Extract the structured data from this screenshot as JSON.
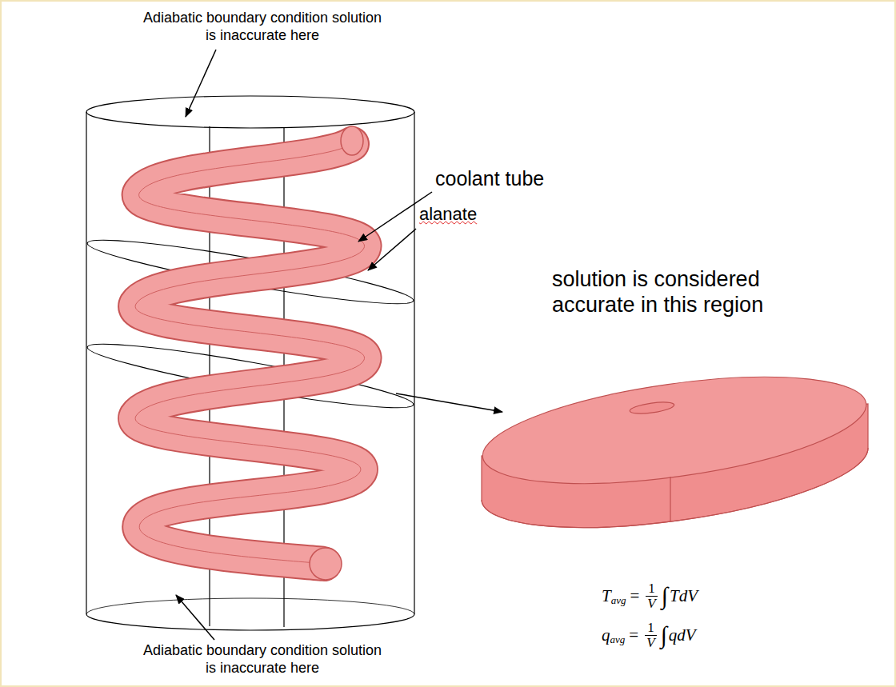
{
  "diagram": {
    "labels": [
      "Adiabatic boundary condition solution is inaccurate here",
      "coolant tube",
      "alanate",
      "solution is considered accurate in this region",
      "Adiabatic boundary condition solution is inaccurate here",
      "T",
      "avg",
      "=",
      "1",
      "V",
      "∫",
      "TdV",
      "q",
      "avg",
      "=",
      "1",
      "V",
      "∫",
      "qdV"
    ]
  }
}
